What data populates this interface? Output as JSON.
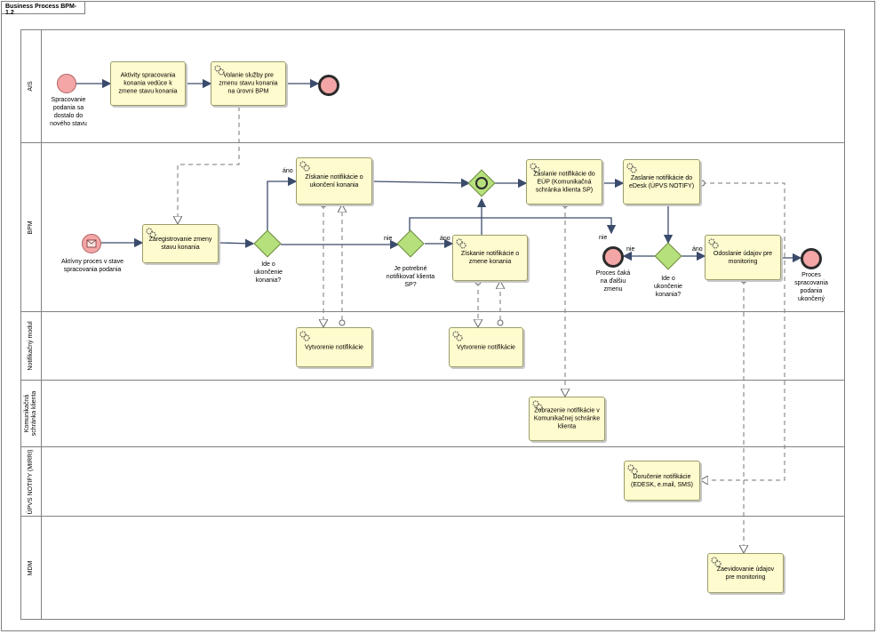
{
  "diagram": {
    "title": "Business Process BPM-1.2"
  },
  "lanes": {
    "ais": "AIS",
    "bpm": "BPM",
    "notif": "Notifikačný modul",
    "kom": "Komunikačná schránka klienta",
    "upvs": "ÚPVS NOTIFY (MIRRI)",
    "mdm": "MDM"
  },
  "tasks": {
    "aktivity": "Aktivity spracovania konania vedúce k zmene stavu konania",
    "volanie": "Volanie služby pre zmenu stavu konania na úrovni BPM",
    "zaregistrovanie": "Zaregistrovanie zmeny stavu konania",
    "ziskanie_ukoncenie": "Získanie notifikácie o ukončení konania",
    "ziskanie_zmena": "Získanie notifikácie o zmene konania",
    "zaslanie_eup": "Zaslanie notifikácie do EÚP (Komunikačná schránka klienta SP)",
    "zaslanie_edesk": "Zaslanie notifikácie do eDesk (ÚPVS NOTIFY)",
    "odoslanie": "Odoslanie údajov pre monitoring",
    "vytvorenie1": "Vytvorenie notifikácie",
    "vytvorenie2": "Vytvorenie notifikácie",
    "zobrazenie": "Zobrazenie notifikácie v Komunikačnej schránke klienta",
    "dorucenie": "Doručenie notifikácie (EDESK, e.mail, SMS)",
    "zaevidovanie": "Zaevidovanie údajov pre monitoring"
  },
  "events": {
    "start_ais": "Spracovanie podania sa dostalo do nového stavu",
    "start_bpm": "Aktívny proces v stave spracovania podania",
    "wait": "Proces čaká na ďalšiu zmenu",
    "end_bpm": "Proces spracovania podania ukončený"
  },
  "gateways": {
    "gw1": "Ide o ukončenie konania?",
    "gw2": "Je potrebné notifikovať klienta SP?",
    "gw3": "Ide o ukončenie konania?"
  },
  "flow_labels": {
    "ano1": "áno",
    "nie1": "nie",
    "ano2": "áno",
    "nie2": "nie",
    "nie3": "nie",
    "ano3": "áno"
  },
  "colors": {
    "task_fill": "#fefbce",
    "gateway_fill": "#b6e07c",
    "event_fill": "#f4a6a6",
    "end_border": "#2b2b2b",
    "flow": "#3b4b6b"
  }
}
